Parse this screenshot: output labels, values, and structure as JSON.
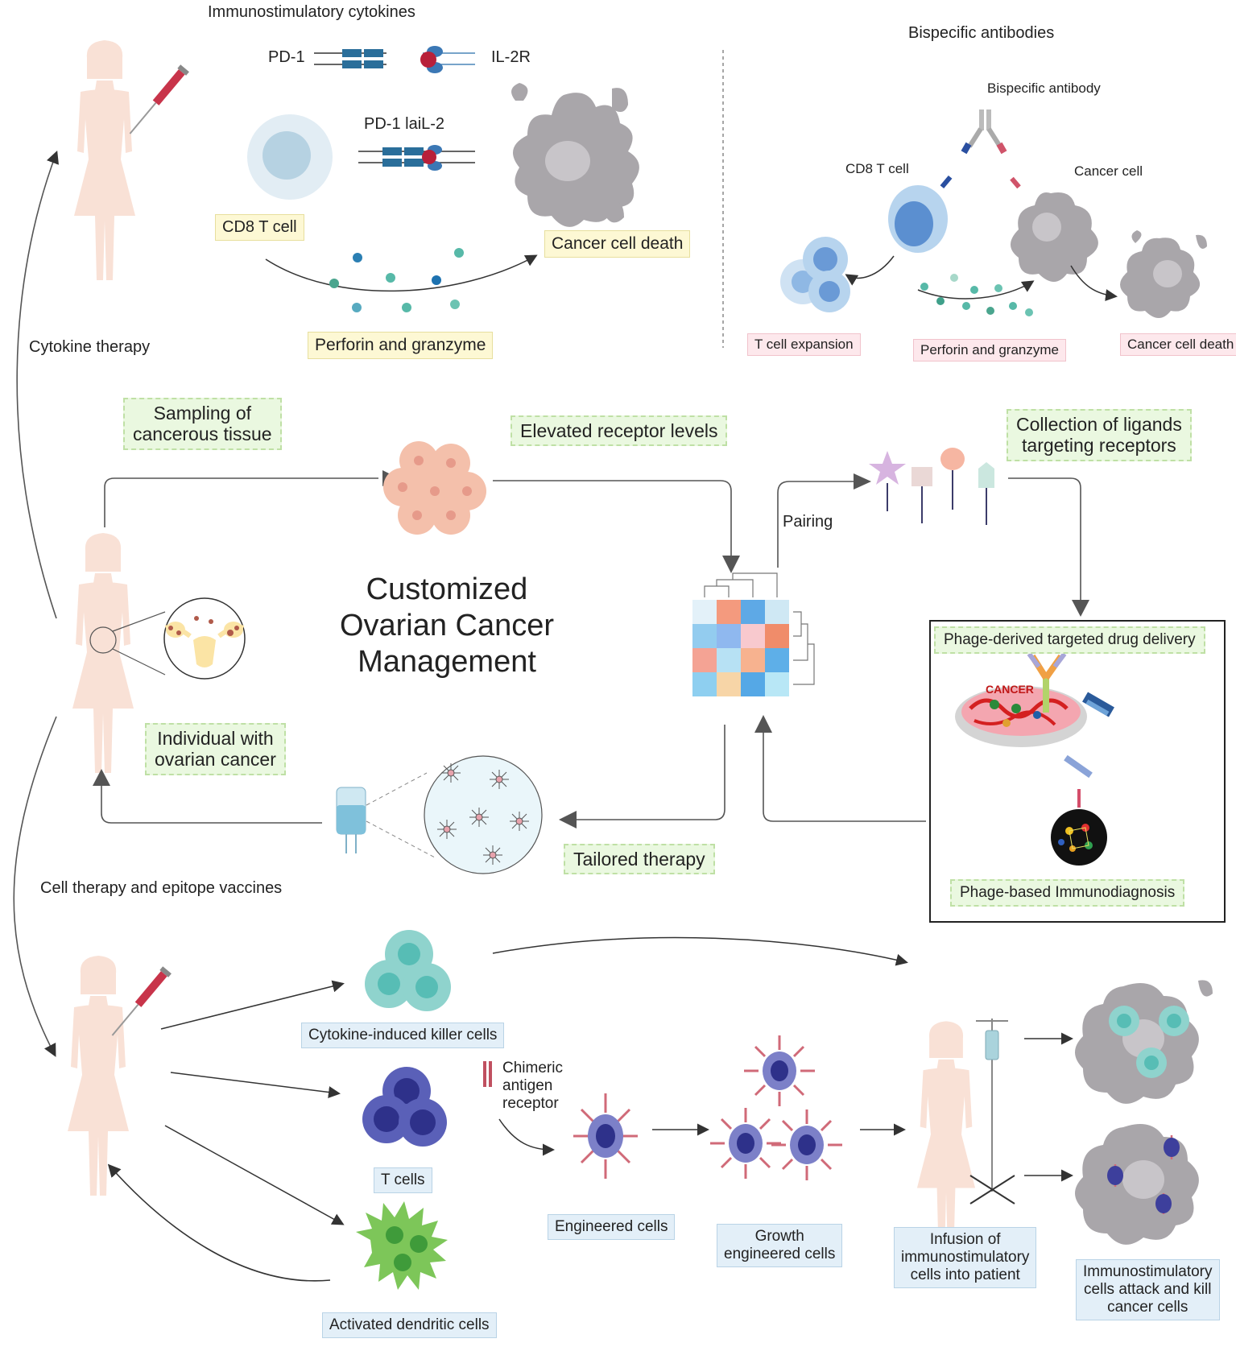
{
  "title": [
    "Customized",
    "Ovarian Cancer",
    "Management"
  ],
  "top_left": {
    "heading": "Immunostimulatory  cytokines",
    "pd1": "PD-1",
    "il2r": "IL-2R",
    "fusion": "PD-1 laiL-2",
    "cd8": "CD8 T cell",
    "death": "Cancer cell death",
    "perforin": "Perforin and granzyme",
    "side": "Cytokine therapy"
  },
  "top_right": {
    "heading": "Bispecific antibodies",
    "antibody": "Bispecific antibody",
    "cd8": "CD8 T cell",
    "cancer": "Cancer cell",
    "expansion": "T cell expansion",
    "perforin": "Perforin and granzyme",
    "death": "Cancer cell death"
  },
  "cycle": {
    "sampling": [
      "Sampling of",
      "cancerous tissue"
    ],
    "elevated": "Elevated receptor levels",
    "pairing": "Pairing",
    "ligands": [
      "Collection of ligands",
      "targeting receptors"
    ],
    "individual": [
      "Individual with",
      "ovarian cancer"
    ],
    "tailored": "Tailored therapy",
    "phage_delivery": "Phage-derived targeted drug delivery",
    "phage_dx": "Phage-based Immunodiagnosis",
    "cancer_tag": "CANCER"
  },
  "bottom": {
    "side": "Cell therapy and epitope vaccines",
    "cik": "Cytokine-induced killer cells",
    "tcells": "T cells",
    "dendritic": "Activated dendritic cells",
    "car": [
      "Chimeric",
      "antigen",
      "receptor"
    ],
    "engineered": "Engineered cells",
    "growth": [
      "Growth",
      "engineered cells"
    ],
    "infusion": [
      "Infusion of",
      "immunostimulatory",
      "cells into patient"
    ],
    "attack": [
      "Immunostimulatory",
      "cells attack and kill",
      "cancer cells"
    ]
  },
  "colors": {
    "person": "#f9e1d6",
    "cancer_gray": "#a9a6aa",
    "tcell_blue": "#5b8fd0",
    "teal": "#57bdb5",
    "purple": "#3d3f9c",
    "dendritic_green": "#7dc659"
  },
  "heatmap": {
    "cells": [
      [
        "#e3f1f9",
        "#f49a7e",
        "#5ea9e6",
        "#cfe8f4"
      ],
      [
        "#93ccef",
        "#8fb8ef",
        "#f8c9ce",
        "#f08c6a"
      ],
      [
        "#f4a394",
        "#b7e1f4",
        "#f7b28f",
        "#5eafe8"
      ],
      [
        "#8ecff0",
        "#f7d5a7",
        "#55a8e6",
        "#b8e7f6"
      ]
    ]
  }
}
